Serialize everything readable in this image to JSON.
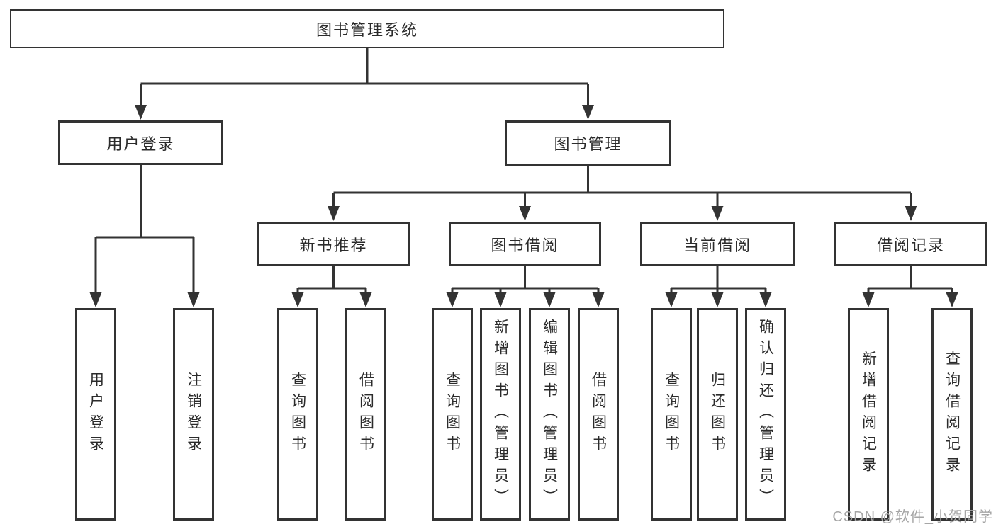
{
  "diagram": {
    "root": {
      "label": "图书管理系统"
    },
    "login": {
      "label": "用户登录",
      "children": [
        {
          "label": "用户登录"
        },
        {
          "label": "注销登录"
        }
      ]
    },
    "management": {
      "label": "图书管理",
      "sections": [
        {
          "label": "新书推荐",
          "children": [
            {
              "label": "查询图书"
            },
            {
              "label": "借阅图书"
            }
          ]
        },
        {
          "label": "图书借阅",
          "children": [
            {
              "label": "查询图书"
            },
            {
              "label": "新增图书（管理员）"
            },
            {
              "label": "编辑图书（管理员）"
            },
            {
              "label": "借阅图书"
            }
          ]
        },
        {
          "label": "当前借阅",
          "children": [
            {
              "label": "查询图书"
            },
            {
              "label": "归还图书"
            },
            {
              "label": "确认归还（管理员）"
            }
          ]
        },
        {
          "label": "借阅记录",
          "children": [
            {
              "label": "新增借阅记录"
            },
            {
              "label": "查询借阅记录"
            }
          ]
        }
      ]
    },
    "colors": {
      "line": "#333333",
      "text": "#2b2b2b",
      "watermark": "#a6a6a6",
      "background": "#ffffff"
    },
    "watermark": "CSDN @软件_小贺同学"
  }
}
